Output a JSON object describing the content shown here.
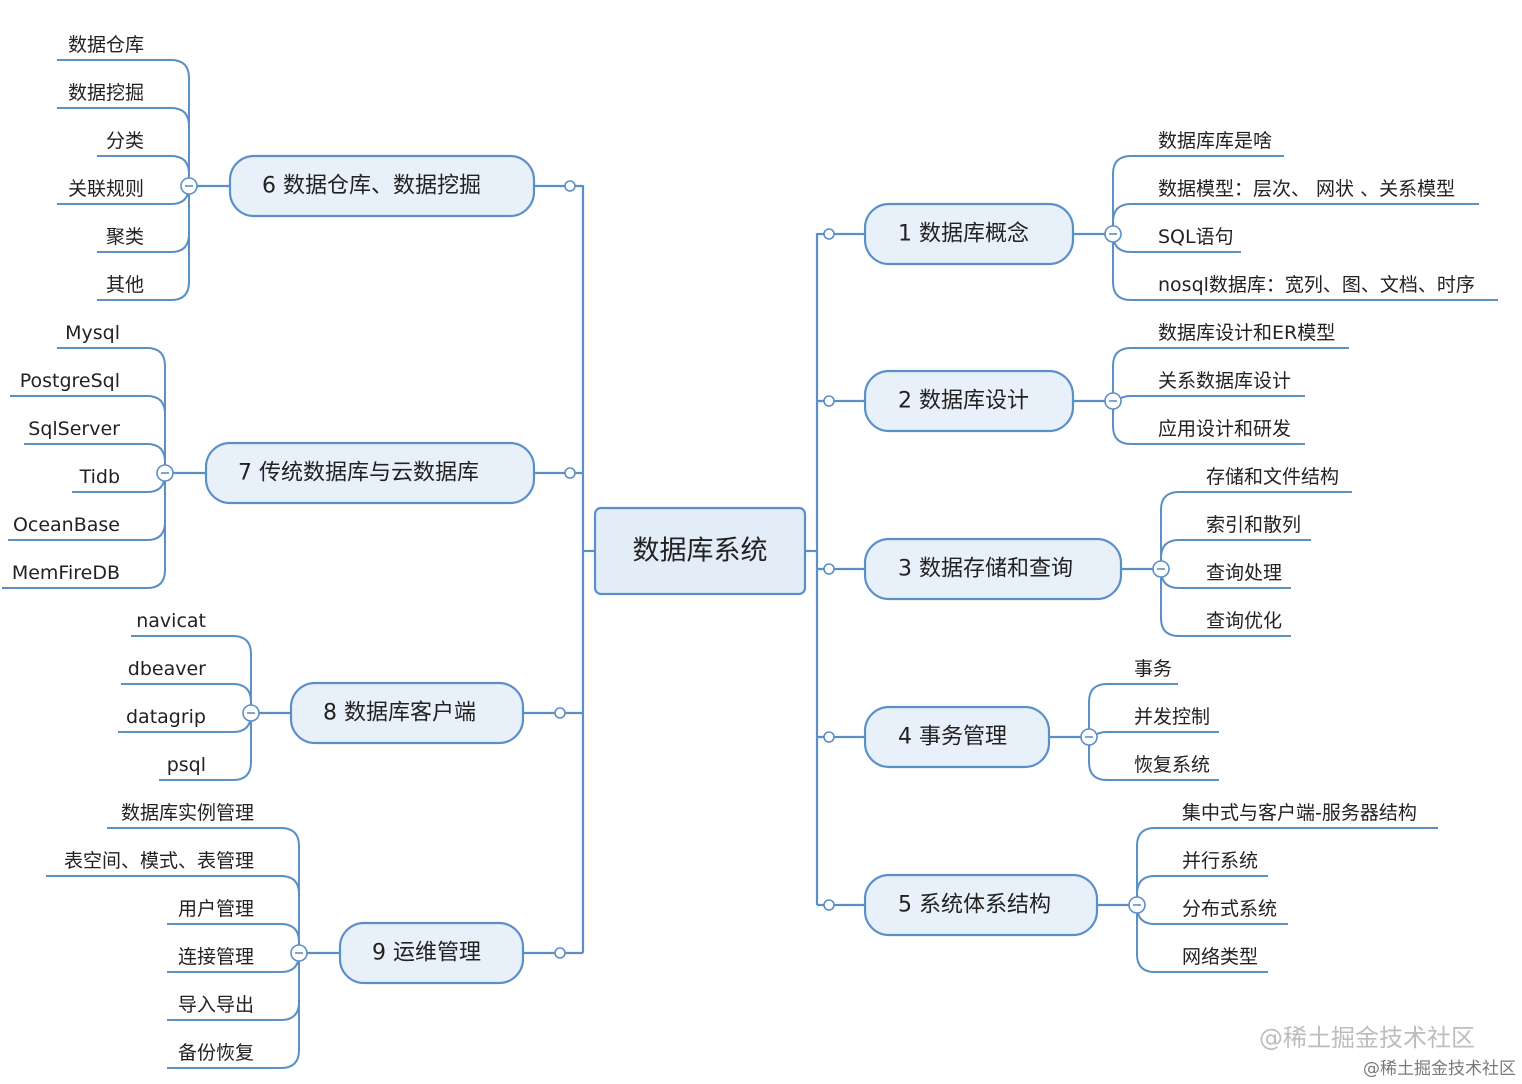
{
  "root": "数据库系统",
  "branches": [
    {
      "id": "b1",
      "label": "1 数据库概念",
      "children": [
        "数据库库是啥",
        "数据模型：层次、 网状 、关系模型",
        "SQL语句",
        "nosql数据库：宽列、图、文档、时序"
      ]
    },
    {
      "id": "b2",
      "label": "2 数据库设计",
      "children": [
        "数据库设计和ER模型",
        "关系数据库设计",
        "应用设计和研发"
      ]
    },
    {
      "id": "b3",
      "label": "3 数据存储和查询",
      "children": [
        "存储和文件结构",
        "索引和散列",
        "查询处理",
        "查询优化"
      ]
    },
    {
      "id": "b4",
      "label": "4 事务管理",
      "children": [
        "事务",
        "并发控制",
        "恢复系统"
      ]
    },
    {
      "id": "b5",
      "label": "5 系统体系结构",
      "children": [
        "集中式与客户端-服务器结构",
        "并行系统",
        "分布式系统",
        "网络类型"
      ]
    },
    {
      "id": "b6",
      "label": "6 数据仓库、数据挖掘",
      "children": [
        "数据仓库",
        "数据挖掘",
        "分类",
        "关联规则",
        "聚类",
        "其他"
      ]
    },
    {
      "id": "b7",
      "label": "7 传统数据库与云数据库",
      "children": [
        "Mysql",
        "PostgreSql",
        "SqlServer",
        "Tidb",
        "OceanBase",
        "MemFireDB"
      ]
    },
    {
      "id": "b8",
      "label": "8 数据库客户端",
      "children": [
        "navicat",
        "dbeaver",
        "datagrip",
        "psql"
      ]
    },
    {
      "id": "b9",
      "label": "9 运维管理",
      "children": [
        "数据库实例管理",
        "表空间、模式、表管理",
        "用户管理",
        "连接管理",
        "导入导出",
        "备份恢复"
      ]
    }
  ],
  "watermark": {
    "large": "@稀土掘金技术社区",
    "small": "@稀土掘金技术社区"
  },
  "colors": {
    "line": "#5b8fc7",
    "box_fill": "#e8f0fa",
    "root_fill": "#e2edf8",
    "text": "#222222"
  }
}
